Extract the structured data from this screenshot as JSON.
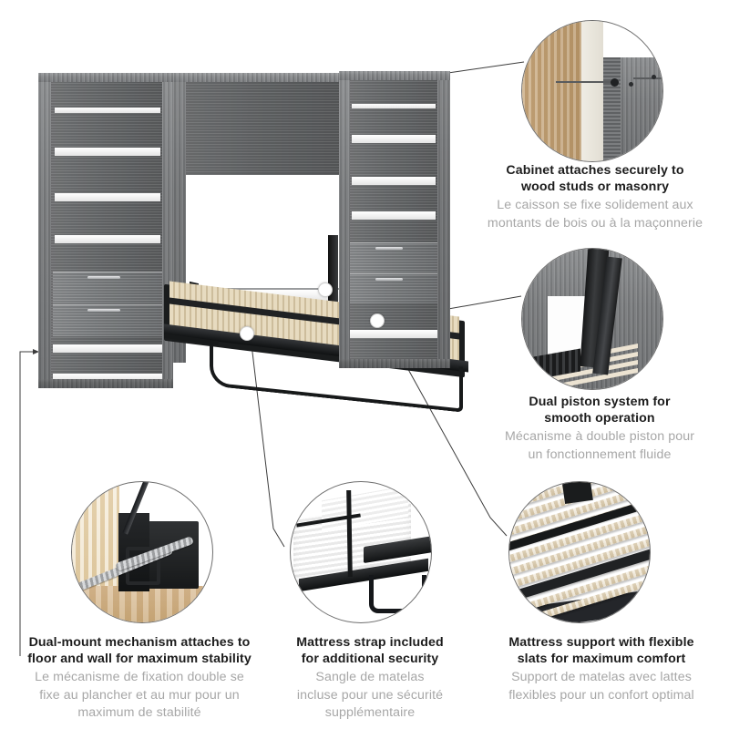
{
  "page": {
    "kind": "product-feature-infographic",
    "background_color": "#ffffff",
    "accent_text_color": "#1c1c1c",
    "secondary_text_color": "#a7a7a7",
    "product_wood_color": "#7a7c7e",
    "shelf_color": "#ffffff",
    "hardware_color": "#17191a",
    "slat_color": "#ddcdab"
  },
  "product": {
    "name": "queen-murphy-bed-with-storage-cabinets",
    "left_cabinet": {
      "shelves": 4,
      "drawers": 2,
      "handles": 2
    },
    "right_cabinet": {
      "shelves": 4,
      "drawers": 2,
      "handles": 2
    },
    "bed": {
      "state": "open",
      "slat_platform": true,
      "support_legs": 1
    }
  },
  "callouts": [
    {
      "id": "cabinet-anchor",
      "image_name": "wall-anchor-detail-photo",
      "depicts": "screws fastening cabinet panel into a wood wall stud through drywall",
      "title_en": "Cabinet attaches securely to wood studs or masonry",
      "title_fr": "Le caisson se fixe solidement aux montants de bois ou à la maçonnerie",
      "title_en_lines": [
        "Cabinet attaches securely to",
        "wood studs or masonry"
      ],
      "title_fr_lines": [
        "Le caisson se fixe solidement aux",
        "montants de bois ou à la maçonnerie"
      ]
    },
    {
      "id": "dual-piston",
      "image_name": "dual-piston-mechanism-photo",
      "depicts": "black dual piston lift mechanism inside gray cabinet beside bed slats",
      "title_en": "Dual piston system for smooth operation",
      "title_fr": "Mécanisme à double piston pour un fonctionnement fluide",
      "title_en_lines": [
        "Dual piston system for",
        "smooth operation"
      ],
      "title_fr_lines": [
        "Mécanisme à double piston pour",
        "un fonctionnement fluide"
      ]
    },
    {
      "id": "dual-mount",
      "image_name": "dual-mount-bracket-photo",
      "depicts": "black mounting bracket with two heavy lag screws against wall and floor",
      "title_en": "Dual-mount mechanism attaches to floor and wall for maximum stability",
      "title_fr": "Le mécanisme de fixation double se fixe au plancher et au mur pour un maximum de stabilité",
      "title_en_lines": [
        "Dual-mount mechanism attaches to",
        "floor and wall for maximum stability"
      ],
      "title_fr_lines": [
        "Le mécanisme de fixation double se",
        "fixe au plancher et au mur pour un",
        "maximum de stabilité"
      ]
    },
    {
      "id": "mattress-strap",
      "image_name": "mattress-strap-photo",
      "depicts": "white mattress secured by a black strap on the black bed frame",
      "title_en": "Mattress strap included for additional security",
      "title_fr": "Sangle de matelas incluse pour une sécurité supplémentaire",
      "title_en_lines": [
        "Mattress strap included",
        "for additional security"
      ],
      "title_fr_lines": [
        "Sangle de matelas",
        "incluse pour une sécurité",
        "supplémentaire"
      ]
    },
    {
      "id": "flexible-slats",
      "image_name": "flexible-slats-photo",
      "depicts": "light wood flexible slats mounted on black metal rails",
      "title_en": "Mattress support with flexible slats for maximum comfort",
      "title_fr": "Support de matelas avec lattes flexibles pour un confort optimal",
      "title_en_lines": [
        "Mattress support with flexible",
        "slats for maximum comfort"
      ],
      "title_fr_lines": [
        "Support de matelas avec lattes",
        "flexibles pour un confort optimal"
      ]
    }
  ]
}
